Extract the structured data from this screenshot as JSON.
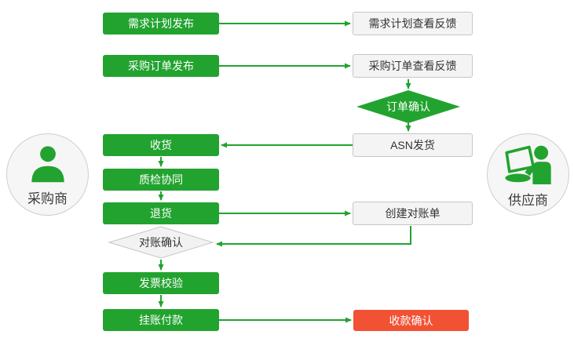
{
  "actors": {
    "buyer": "采购商",
    "supplier": "供应商"
  },
  "nodes": {
    "demand_publish": "需求计划发布",
    "demand_feedback": "需求计划查看反馈",
    "po_publish": "采购订单发布",
    "po_feedback": "采购订单查看反馈",
    "order_confirm": "订单确认",
    "asn_ship": "ASN发货",
    "receive": "收货",
    "quality_collab": "质检协同",
    "return_goods": "退货",
    "create_statement": "创建对账单",
    "statement_confirm": "对账确认",
    "invoice_check": "发票校验",
    "payment": "挂账付款",
    "receipt_confirm": "收款确认"
  },
  "colors": {
    "green": "#22A32F",
    "red": "#F25234",
    "gray_fill": "#F4F4F4",
    "gray_border": "#C6C6C6",
    "text_dark": "#333333"
  }
}
